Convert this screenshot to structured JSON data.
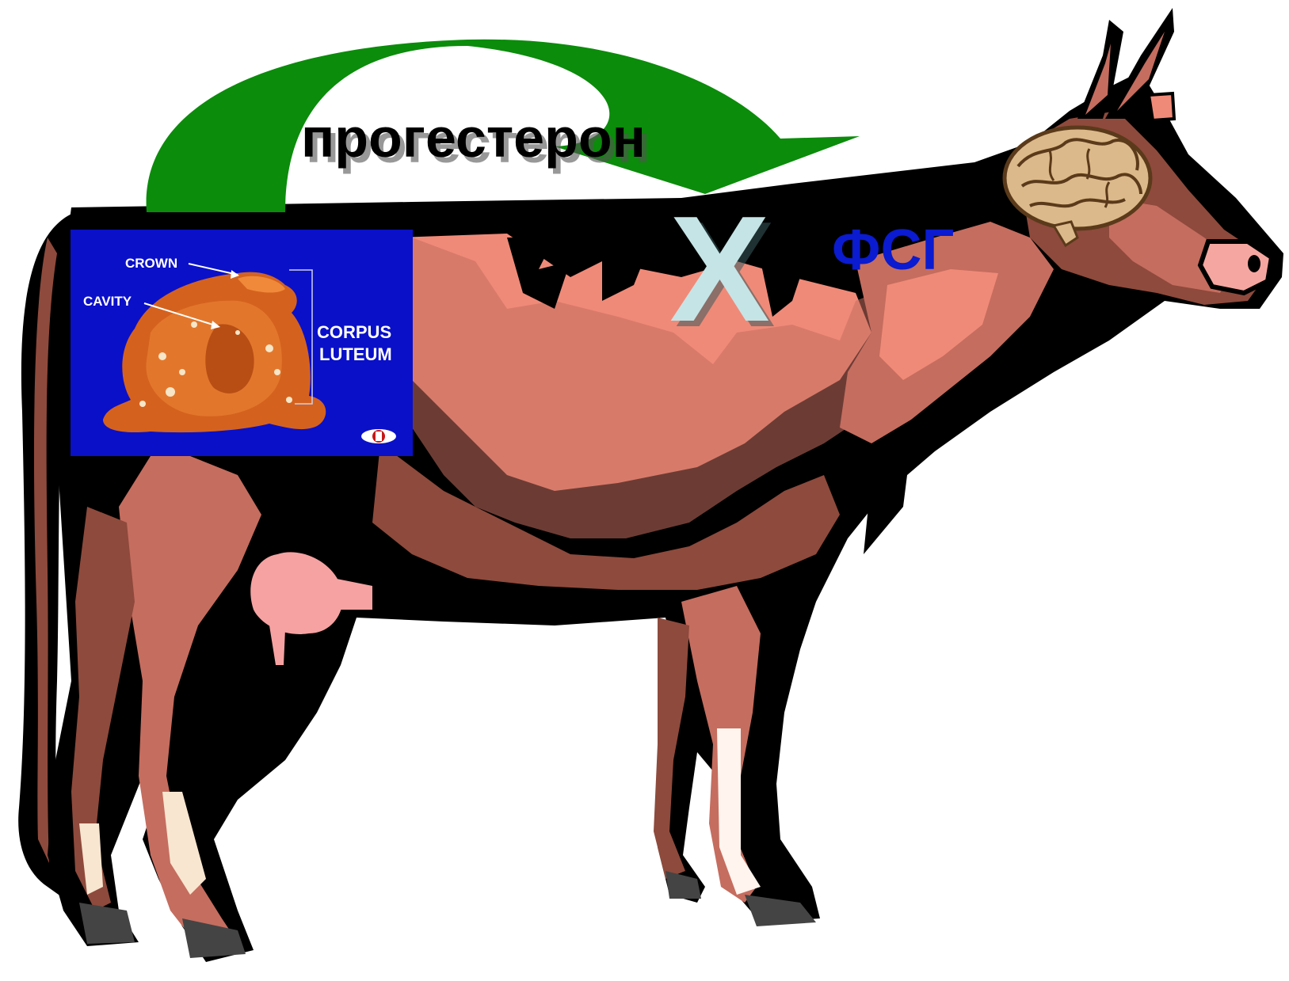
{
  "labels": {
    "hormone_arrow": "прогестерон",
    "block_mark": "X",
    "pituitary_hormone": "ФСГ"
  },
  "inset_photo": {
    "crown": "CROWN",
    "cavity": "CAVITY",
    "corpus_line1": "CORPUS",
    "corpus_line2": "LUTEUM"
  },
  "colors": {
    "arrow_green": "#0b8c0b",
    "x_mark": "#c5e4e6",
    "fsg_blue": "#0a1bd0",
    "inset_bg": "#0a10c8",
    "cow_light": "#f08a78",
    "cow_mid": "#c56d5f",
    "cow_dark": "#8e4a3c",
    "udder": "#f6a2a2",
    "brain": "#dcb98a"
  }
}
